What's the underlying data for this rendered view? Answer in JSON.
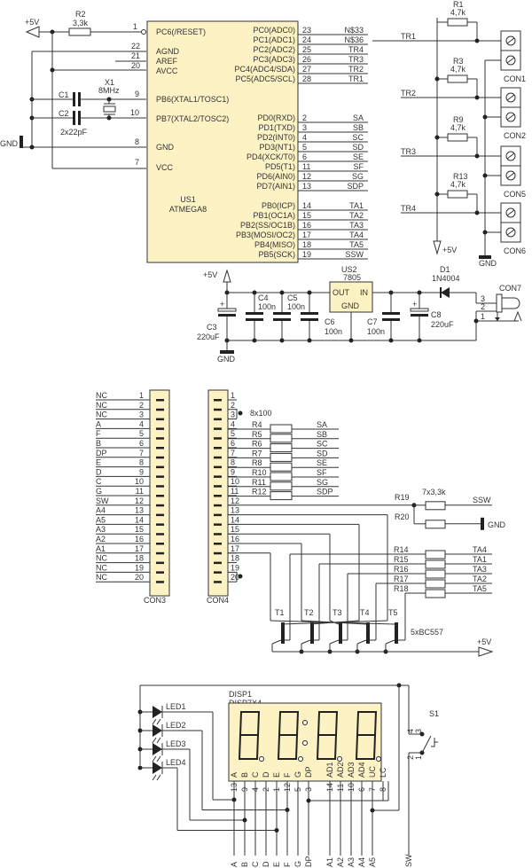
{
  "power": {
    "vcc": "+5V",
    "gnd": "GND"
  },
  "mcu": {
    "ref": "US1",
    "part": "ATMEGA8",
    "left_pins": [
      {
        "num": "1",
        "name": "PC6(/RESET)"
      },
      {
        "num": "22",
        "name": "AGND"
      },
      {
        "num": "21",
        "name": "AREF"
      },
      {
        "num": "20",
        "name": "AVCC"
      },
      {
        "num": "9",
        "name": "PB6(XTAL1/TOSC1)"
      },
      {
        "num": "10",
        "name": "PB7(XTAL2/TOSC2)"
      },
      {
        "num": "8",
        "name": "GND"
      },
      {
        "num": "7",
        "name": "VCC"
      }
    ],
    "right_pins": [
      {
        "num": "23",
        "name": "PC0(ADC0)",
        "net": "N$33"
      },
      {
        "num": "24",
        "name": "PC1(ADC1)",
        "net": "N$36"
      },
      {
        "num": "25",
        "name": "PC2(ADC2)",
        "net": "TR4"
      },
      {
        "num": "26",
        "name": "PC3(ADC3)",
        "net": "TR3"
      },
      {
        "num": "27",
        "name": "PC4(ADC4/SDA)",
        "net": "TR2"
      },
      {
        "num": "28",
        "name": "PC5(ADC5/SCL)",
        "net": "TR1"
      },
      {
        "num": "2",
        "name": "PD0(RXD)",
        "net": "SA"
      },
      {
        "num": "3",
        "name": "PD1(TXD)",
        "net": "SB"
      },
      {
        "num": "4",
        "name": "PD2(INT0)",
        "net": "SC"
      },
      {
        "num": "5",
        "name": "PD3(NT1)",
        "net": "SD"
      },
      {
        "num": "6",
        "name": "PD4(XCK/T0)",
        "net": "SE"
      },
      {
        "num": "11",
        "name": "PD5(T1)",
        "net": "SF"
      },
      {
        "num": "12",
        "name": "PD6(AIN0)",
        "net": "SG"
      },
      {
        "num": "13",
        "name": "PD7(AIN1)",
        "net": "SDP"
      },
      {
        "num": "14",
        "name": "PB0(ICP)",
        "net": "TA1"
      },
      {
        "num": "15",
        "name": "PB1(OC1A)",
        "net": "TA2"
      },
      {
        "num": "16",
        "name": "PB2(SS/OC1B)",
        "net": "TA3"
      },
      {
        "num": "17",
        "name": "PB3(MOSI/OC2)",
        "net": "TA4"
      },
      {
        "num": "18",
        "name": "PB4(MISO)",
        "net": "TA5"
      },
      {
        "num": "19",
        "name": "PB5(SCK)",
        "net": "SSW"
      }
    ]
  },
  "reset_resistor": {
    "ref": "R2",
    "value": "3,3k"
  },
  "crystal": {
    "ref": "X1",
    "value": "8MHz"
  },
  "crystal_caps": {
    "refs": [
      "C1",
      "C2"
    ],
    "value": "2x22pF"
  },
  "inputs": {
    "resistors": [
      {
        "ref": "R1",
        "value": "4,7k",
        "net": "TR1",
        "con": "CON1"
      },
      {
        "ref": "R3",
        "value": "4,7k",
        "net": "TR2",
        "con": "CON2"
      },
      {
        "ref": "R9",
        "value": "4,7k",
        "net": "TR3",
        "con": "CON5"
      },
      {
        "ref": "R13",
        "value": "4,7k",
        "net": "TR4",
        "con": "CON6"
      }
    ]
  },
  "regulator": {
    "ref": "US2",
    "part": "7805",
    "out": "OUT",
    "in": "IN",
    "gnd": "GND",
    "diode": {
      "ref": "D1",
      "part": "1N4004"
    },
    "caps": [
      {
        "ref": "C3",
        "value": "220uF"
      },
      {
        "ref": "C4",
        "value": "100n"
      },
      {
        "ref": "C5",
        "value": "100n"
      },
      {
        "ref": "C6",
        "value": "100n"
      },
      {
        "ref": "C7",
        "value": "100n"
      },
      {
        "ref": "C8",
        "value": "220uF"
      }
    ],
    "jack": {
      "ref": "CON7",
      "pins": [
        "3",
        "2",
        "1"
      ]
    }
  },
  "con3": {
    "ref": "CON3",
    "pins": [
      {
        "num": "1",
        "net": "NC"
      },
      {
        "num": "2",
        "net": "NC"
      },
      {
        "num": "3",
        "net": "NC"
      },
      {
        "num": "4",
        "net": "A"
      },
      {
        "num": "5",
        "net": "F"
      },
      {
        "num": "6",
        "net": "B"
      },
      {
        "num": "7",
        "net": "DP"
      },
      {
        "num": "8",
        "net": "E"
      },
      {
        "num": "9",
        "net": "D"
      },
      {
        "num": "10",
        "net": "C"
      },
      {
        "num": "11",
        "net": "G"
      },
      {
        "num": "12",
        "net": "SW"
      },
      {
        "num": "13",
        "net": "A4"
      },
      {
        "num": "14",
        "net": "A5"
      },
      {
        "num": "15",
        "net": "A3"
      },
      {
        "num": "16",
        "net": "A2"
      },
      {
        "num": "17",
        "net": "A1"
      },
      {
        "num": "18",
        "net": "NC"
      },
      {
        "num": "19",
        "net": "NC"
      },
      {
        "num": "20",
        "net": "NC"
      }
    ]
  },
  "con4": {
    "ref": "CON4",
    "pins": [
      "1",
      "2",
      "3",
      "4",
      "5",
      "6",
      "7",
      "8",
      "9",
      "10",
      "11",
      "12",
      "13",
      "14",
      "15",
      "16",
      "17",
      "18",
      "19",
      "20"
    ]
  },
  "seg_resistors": {
    "value": "8x100",
    "items": [
      {
        "ref": "R4",
        "net": "SA"
      },
      {
        "ref": "R5",
        "net": "SB"
      },
      {
        "ref": "R6",
        "net": "SC"
      },
      {
        "ref": "R7",
        "net": "SD"
      },
      {
        "ref": "R8",
        "net": "SE"
      },
      {
        "ref": "R10",
        "net": "SF"
      },
      {
        "ref": "R11",
        "net": "SG"
      },
      {
        "ref": "R12",
        "net": "SDP"
      }
    ]
  },
  "base_resistors": {
    "value": "7x3,3k",
    "r19": {
      "ref": "R19",
      "net": "SSW"
    },
    "r20": {
      "ref": "R20",
      "net": "GND"
    },
    "items": [
      {
        "ref": "R14",
        "net": "TA4"
      },
      {
        "ref": "R15",
        "net": "TA1"
      },
      {
        "ref": "R16",
        "net": "TA3"
      },
      {
        "ref": "R17",
        "net": "TA2"
      },
      {
        "ref": "R18",
        "net": "TA5"
      }
    ]
  },
  "transistors": {
    "refs": [
      "T1",
      "T2",
      "T3",
      "T4",
      "T5"
    ],
    "part": "5xBC557"
  },
  "display": {
    "ref": "DISP1",
    "part": "DISP7X4",
    "pin_labels": [
      "A",
      "B",
      "C",
      "D",
      "E",
      "F",
      "G",
      "DP",
      "AD1",
      "AD2",
      "AD3",
      "AD4",
      "UC",
      "LC"
    ],
    "pin_numbers": [
      "13",
      "9",
      "4",
      "2",
      "1",
      "12",
      "5",
      "3",
      "14",
      "11",
      "10",
      "6",
      "7",
      "8"
    ],
    "bottom_nets": [
      "A",
      "B",
      "C",
      "D",
      "E",
      "F",
      "G",
      "DP",
      "A1",
      "A2",
      "A3",
      "A4",
      "A5",
      "SW"
    ]
  },
  "leds": [
    "LED1",
    "LED2",
    "LED3",
    "LED4"
  ],
  "switch": {
    "ref": "S1",
    "pins": [
      "4",
      "3",
      "2",
      "1"
    ]
  }
}
